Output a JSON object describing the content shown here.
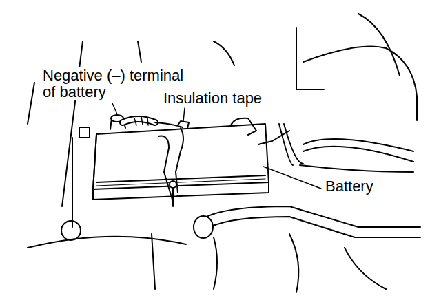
{
  "diagram": {
    "labels": [
      "Negative (–) terminal of battery",
      "Insulation tape",
      "Battery"
    ]
  }
}
